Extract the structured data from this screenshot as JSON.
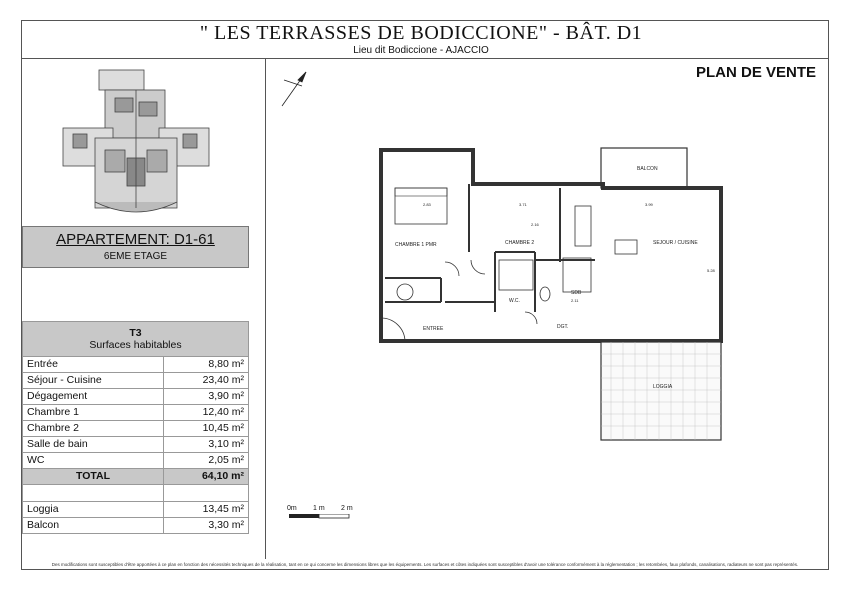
{
  "header": {
    "title": "\" LES TERRASSES DE BODICCIONE\"  -  BÂT.  D1",
    "subtitle": "Lieu dit Bodiccione - AJACCIO"
  },
  "plan_label": "PLAN DE VENTE",
  "apartment": {
    "title": "APPARTEMENT: D1-61",
    "floor": "6EME ETAGE"
  },
  "surfaces": {
    "type": "T3",
    "caption": "Surfaces habitables",
    "rows": [
      {
        "label": "Entrée",
        "value": "8,80 m²"
      },
      {
        "label": "Séjour - Cuisine",
        "value": "23,40 m²"
      },
      {
        "label": "Dégagement",
        "value": "3,90 m²"
      },
      {
        "label": "Chambre 1",
        "value": "12,40 m²"
      },
      {
        "label": "Chambre 2",
        "value": "10,45 m²"
      },
      {
        "label": "Salle de bain",
        "value": "3,10 m²"
      },
      {
        "label": "WC",
        "value": "2,05 m²"
      }
    ],
    "total": {
      "label": "TOTAL",
      "value": "64,10 m²"
    },
    "extras": [
      {
        "label": "Loggia",
        "value": "13,45 m²"
      },
      {
        "label": "Balcon",
        "value": "3,30 m²"
      }
    ]
  },
  "rooms": {
    "chambre1": "CHAMBRE 1 PMR",
    "chambre2": "CHAMBRE 2",
    "sejour": "SEJOUR / CUISINE",
    "balcon": "BALCON",
    "loggia": "LOGGIA",
    "entree": "ENTREE",
    "wc": "W.C.",
    "sdb": "SDB",
    "dgt": "DGT.",
    "dim_a": "2.83",
    "dim_b": "3.71",
    "dim_c": "3.99",
    "dim_d": "2.11",
    "dim_e": "2.16",
    "dim_f": "5.28"
  },
  "scale": {
    "labels": [
      "0m",
      "1 m",
      "2 m"
    ]
  },
  "footer": "Des modifications sont susceptibles d'être apportées à ce plan en fonction des nécessités techniques de la réalisation, tant en ce qui concerne les dimensions libres que les équipements. Les surfaces et côtes indiquées sont susceptibles d'avoir une tolérance conformément à la réglementation ; les retombées, faux plafonds, canalisations, radiateurs ne sont pas représentés."
}
